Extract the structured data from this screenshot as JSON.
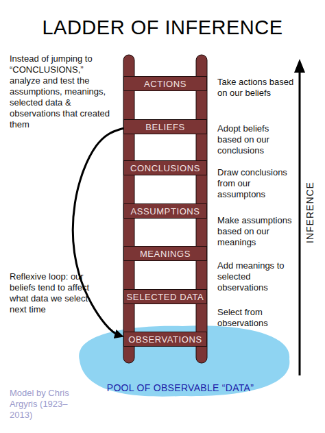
{
  "diagram": {
    "title": "LADDER OF INFERENCE",
    "nodes": [
      {
        "text": [
          "ACTIONS"
        ]
      },
      {
        "text": [
          "BELIEFS"
        ]
      },
      {
        "text": [
          "CONCLUSIONS"
        ]
      },
      {
        "text": [
          "ASSUMPTIONS"
        ]
      },
      {
        "text": [
          "MEANINGS"
        ]
      },
      {
        "text": [
          "SELECTED DATA"
        ]
      },
      {
        "text": [
          "OBSERVATIONS"
        ]
      },
      {
        "text": [
          "POOL OF OBSERVABLE “DATA”"
        ]
      }
    ],
    "edges": [
      {
        "from": 1,
        "to": 6,
        "arrow": "to"
      }
    ],
    "labels": [
      "Instead of jumping to “CONCLUSIONS,” analyze and test the assumptions, meanings, selected data & observations that created them",
      "Take actions based on our beliefs",
      "Adopt beliefs based on our conclusions",
      "Draw conclusions from our assumptons",
      "Make assumptions based on our meanings",
      "Add meanings to selected observations",
      "Select from observations",
      "Reflexive loop: our beliefs tend to affect what data we select next time",
      "INFERENCE",
      "Model by Chris Argyris (1923–2013)"
    ]
  }
}
